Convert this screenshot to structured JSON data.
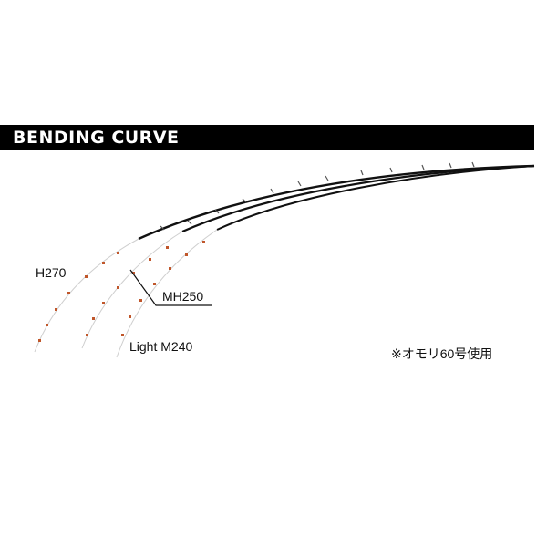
{
  "header": {
    "title": "BENDING CURVE"
  },
  "rods": [
    {
      "label": "H270"
    },
    {
      "label": "MH250"
    },
    {
      "label": "Light M240"
    }
  ],
  "note": "※オモリ60号使用",
  "colors": {
    "header_bg": "#000000",
    "header_text": "#ffffff",
    "rod": "#111111",
    "tip_guide": "#c0562a"
  }
}
